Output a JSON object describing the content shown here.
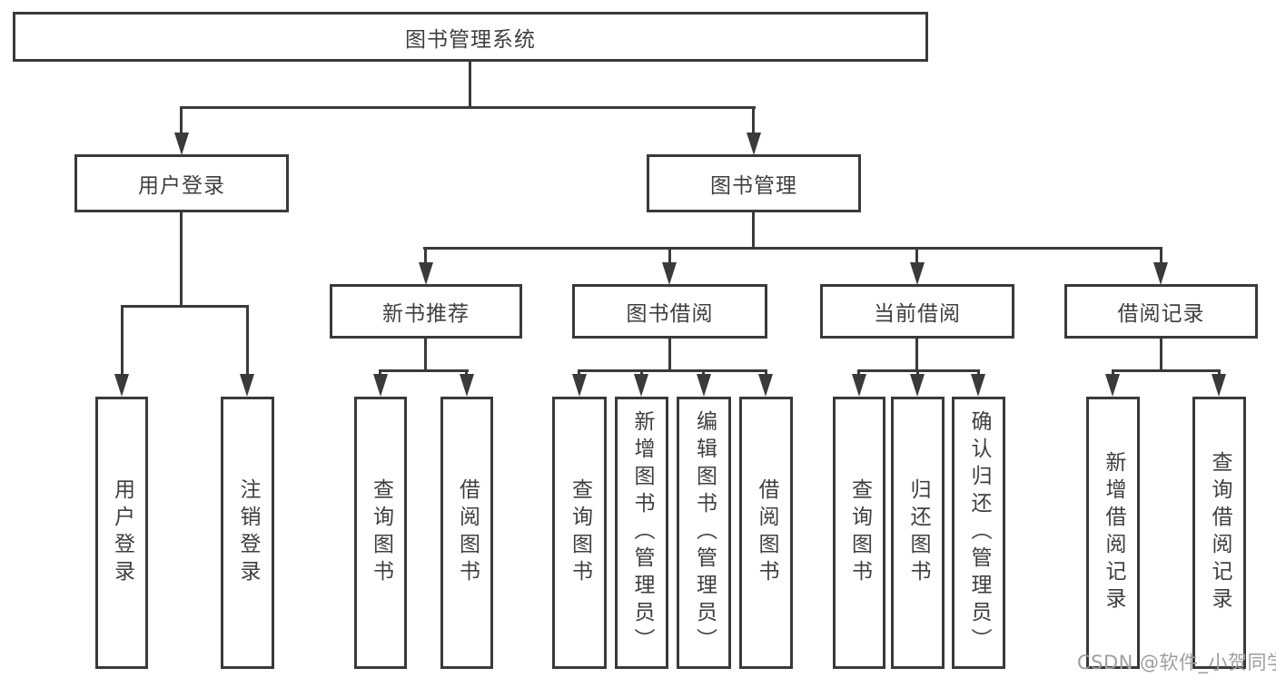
{
  "nodes": {
    "root": "图书管理系统",
    "user_login": {
      "label": "用户登录",
      "children": [
        "用户登录",
        "注销登录"
      ]
    },
    "book_mgmt": {
      "label": "图书管理"
    },
    "groups": [
      {
        "label": "新书推荐",
        "children": [
          "查询图书",
          "借阅图书"
        ]
      },
      {
        "label": "图书借阅",
        "children": [
          "查询图书",
          "新增图书（管理员）",
          "编辑图书（管理员）",
          "借阅图书"
        ]
      },
      {
        "label": "当前借阅",
        "children": [
          "查询图书",
          "归还图书",
          "确认归还（管理员）"
        ]
      },
      {
        "label": "借阅记录",
        "children": [
          "新增借阅记录",
          "查询借阅记录"
        ]
      }
    ]
  },
  "watermark": {
    "text": "CSDN @软件_小贺同学"
  },
  "colors": {
    "line": "#3a3a3a",
    "text": "#3f3f3f",
    "watermark": "#9e9e9e",
    "background": "#ffffff"
  }
}
